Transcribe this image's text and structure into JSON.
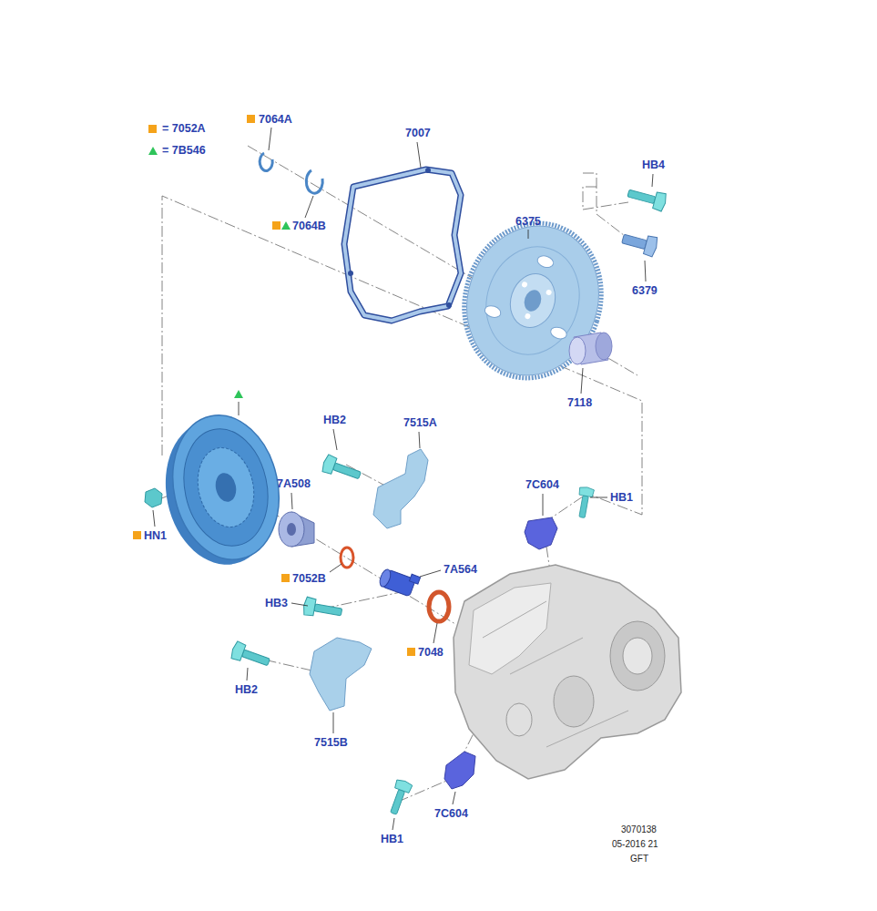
{
  "diagram": {
    "labels": [
      "7064A",
      "7064B",
      "7007",
      "HB4",
      "6375",
      "6379",
      "7118",
      "HB2",
      "7515A",
      "7A508",
      "7C604",
      "HB1",
      "HN1",
      "7052B",
      "7A564",
      "HB3",
      "7048",
      "HB2",
      "7515B",
      "7C604",
      "HB1",
      "3070138",
      "05-2016 21",
      "GFT"
    ],
    "legend": [
      {
        "text": "= 7052A",
        "color": "#f5a31a"
      },
      {
        "text": "= 7B546"
      }
    ]
  }
}
